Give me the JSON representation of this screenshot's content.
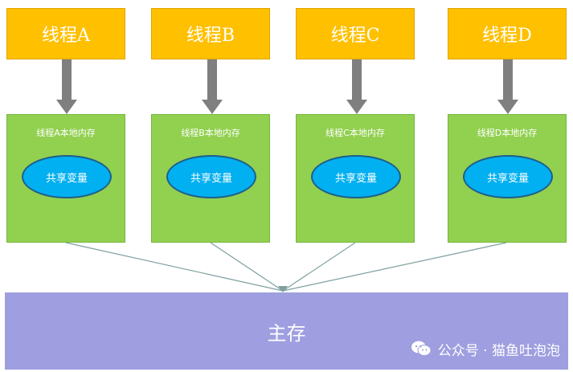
{
  "colors": {
    "thread_fill": "#ffc000",
    "local_fill": "#92d050",
    "shared_fill": "#00b0f0",
    "main_fill": "#9e9ee0",
    "arrow": "#7f7f7f",
    "link": "#7f9fa0"
  },
  "threads": [
    {
      "title": "线程A",
      "local_label": "线程A本地内存",
      "shared": "共享变量"
    },
    {
      "title": "线程B",
      "local_label": "线程B本地内存",
      "shared": "共享变量"
    },
    {
      "title": "线程C",
      "local_label": "线程C本地内存",
      "shared": "共享变量"
    },
    {
      "title": "线程D",
      "local_label": "线程D本地内存",
      "shared": "共享变量"
    }
  ],
  "main_memory": {
    "label": "主存"
  },
  "watermark": {
    "icon": "wechat-icon",
    "text": "公众号 · 猫鱼吐泡泡"
  }
}
